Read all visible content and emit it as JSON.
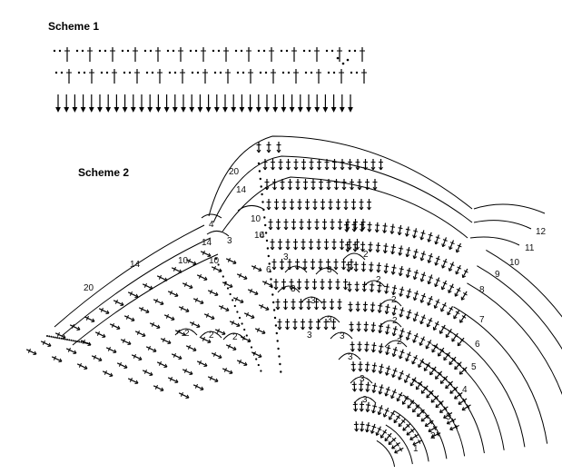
{
  "scheme1": {
    "title": "Scheme 1"
  },
  "scheme2": {
    "title": "Scheme 2",
    "right_row_numbers": [
      "1",
      "2",
      "3",
      "4",
      "5",
      "6",
      "7",
      "8",
      "9",
      "10",
      "11",
      "12"
    ],
    "spine_labels": [
      "20",
      "14",
      "10",
      "10",
      "6",
      "4",
      "3"
    ],
    "left_arc_labels": [
      "14",
      "20"
    ],
    "ring_labels": [
      "10",
      "10",
      "14",
      "4",
      "3"
    ],
    "group_labels": [
      "2",
      "2",
      "2",
      "2",
      "2",
      "2",
      "2",
      "2",
      "3",
      "3",
      "3",
      "3",
      "3",
      "3",
      "3",
      "3",
      "3"
    ]
  }
}
